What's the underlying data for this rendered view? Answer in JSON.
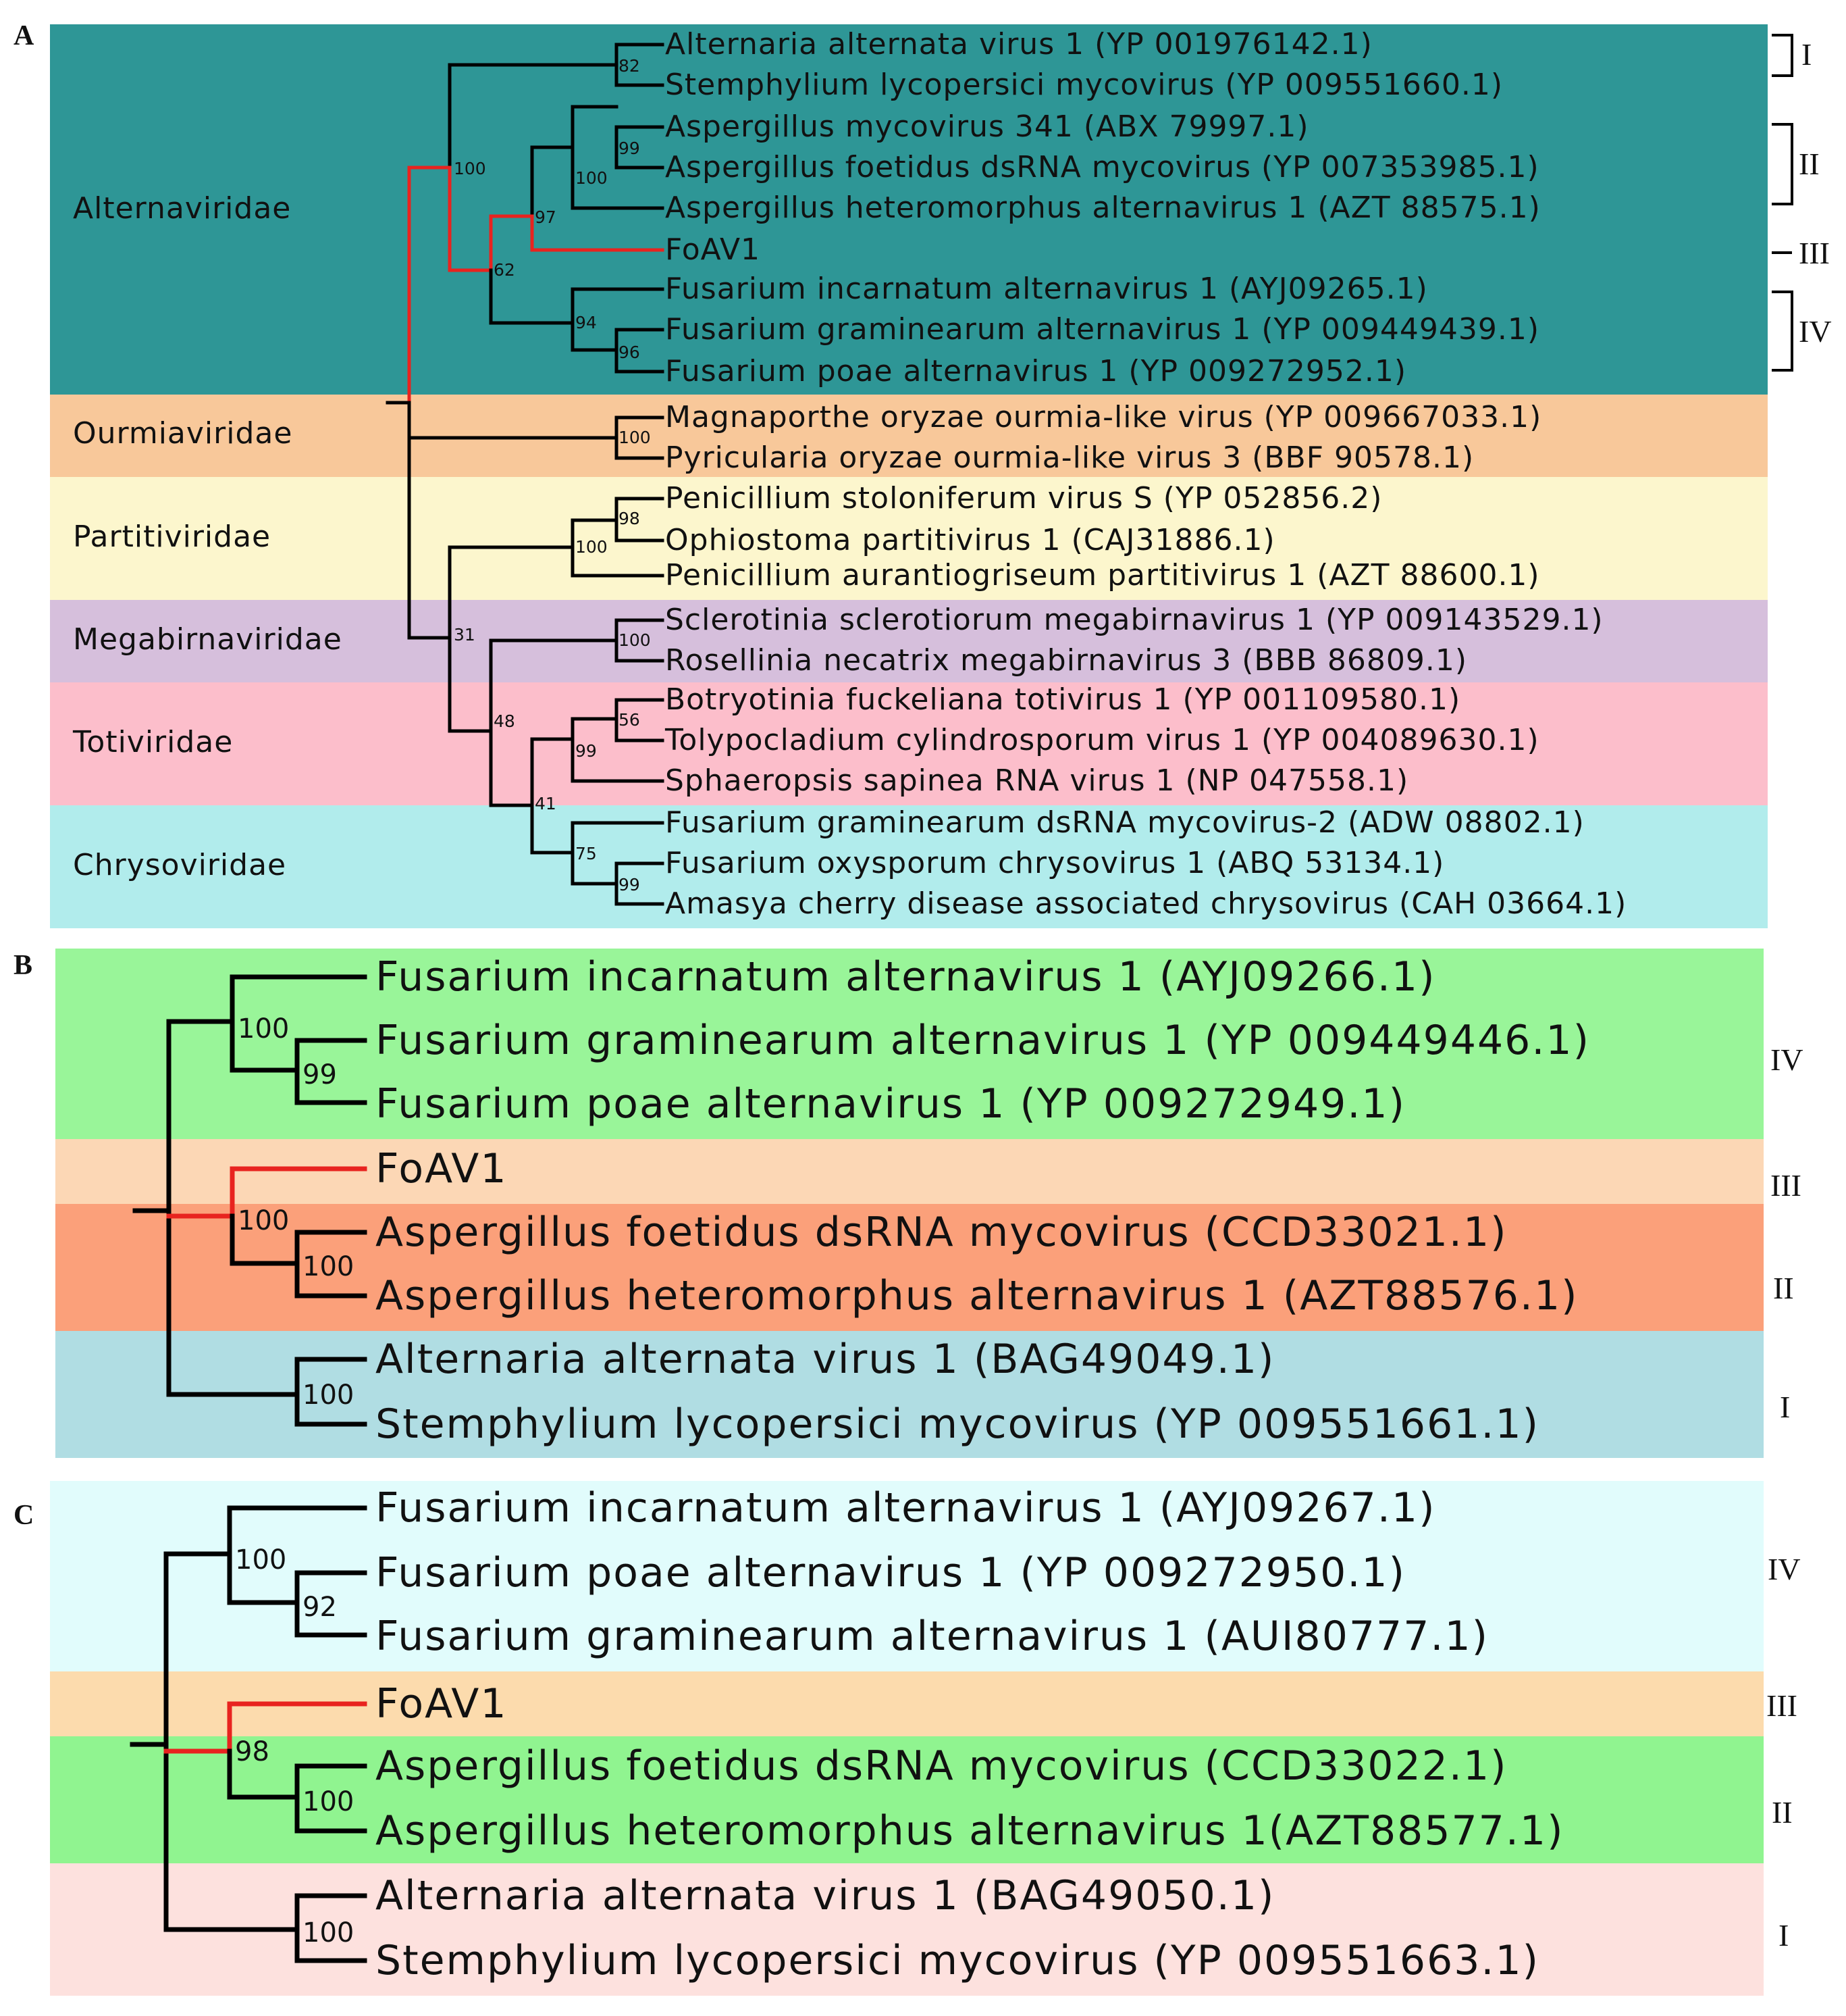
{
  "panels": {
    "A": {
      "label": "A",
      "families": [
        {
          "name": "Alternaviridae",
          "color": "#2e9696"
        },
        {
          "name": "Ourmiaviridae",
          "color": "#f8c89a"
        },
        {
          "name": "Partitiviridae",
          "color": "#fcf6cd"
        },
        {
          "name": "Megabirnaviridae",
          "color": "#d6bfdc"
        },
        {
          "name": "Totiviridae",
          "color": "#fcbecb"
        },
        {
          "name": "Chrysoviridae",
          "color": "#b1ecec"
        }
      ],
      "taxa": [
        "Alternaria alternata virus 1 (YP 001976142.1)",
        "Stemphylium lycopersici mycovirus (YP 009551660.1)",
        "Aspergillus mycovirus 341 (ABX 79997.1)",
        "Aspergillus foetidus dsRNA mycovirus (YP 007353985.1)",
        "Aspergillus heteromorphus alternavirus 1 (AZT 88575.1)",
        "FoAV1",
        "Fusarium incarnatum alternavirus 1 (AYJ09265.1)",
        "Fusarium graminearum alternavirus 1 (YP 009449439.1)",
        "Fusarium poae alternavirus 1 (YP 009272952.1)",
        "Magnaporthe oryzae ourmia-like virus (YP 009667033.1)",
        "Pyricularia oryzae ourmia-like virus 3 (BBF 90578.1)",
        "Penicillium stoloniferum virus S (YP 052856.2)",
        "Ophiostoma partitivirus 1 (CAJ31886.1)",
        "Penicillium aurantiogriseum partitivirus 1 (AZT 88600.1)",
        "Sclerotinia sclerotiorum megabirnavirus 1 (YP 009143529.1)",
        "Rosellinia necatrix megabirnavirus 3 (BBB 86809.1)",
        "Botryotinia fuckeliana totivirus 1 (YP 001109580.1)",
        "Tolypocladium cylindrosporum virus 1 (YP 004089630.1)",
        "Sphaeropsis sapinea RNA virus 1 (NP 047558.1)",
        "Fusarium graminearum dsRNA mycovirus-2 (ADW 08802.1)",
        "Fusarium oxysporum chrysovirus 1 (ABQ 53134.1)",
        "Amasya cherry disease associated chrysovirus (CAH 03664.1)"
      ],
      "bootstraps": [
        "82",
        "99",
        "100",
        "97",
        "100",
        "62",
        "94",
        "96",
        "100",
        "98",
        "100",
        "100",
        "31",
        "56",
        "99",
        "48",
        "41",
        "75",
        "99"
      ],
      "clades": [
        "I",
        "II",
        "III",
        "IV"
      ]
    },
    "B": {
      "label": "B",
      "band_colors": [
        "#99f599",
        "#fcd7b5",
        "#fba07a",
        "#b0dde3"
      ],
      "taxa": [
        "Fusarium incarnatum alternavirus 1 (AYJ09266.1)",
        "Fusarium graminearum alternavirus 1 (YP 009449446.1)",
        "Fusarium poae alternavirus 1 (YP 009272949.1)",
        "FoAV1",
        "Aspergillus foetidus dsRNA mycovirus (CCD33021.1)",
        "Aspergillus heteromorphus alternavirus 1 (AZT88576.1)",
        "Alternaria alternata virus 1 (BAG49049.1)",
        "Stemphylium lycopersici mycovirus (YP 009551661.1)"
      ],
      "bootstraps": [
        "100",
        "99",
        "100",
        "100",
        "100"
      ],
      "clades": [
        "IV",
        "III",
        "II",
        "I"
      ]
    },
    "C": {
      "label": "C",
      "band_colors": [
        "#e1fcfc",
        "#fcdbad",
        "#90f490",
        "#fde1de"
      ],
      "taxa": [
        "Fusarium incarnatum alternavirus 1 (AYJ09267.1)",
        "Fusarium poae alternavirus 1 (YP 009272950.1)",
        "Fusarium graminearum alternavirus 1 (AUI80777.1)",
        "FoAV1",
        "Aspergillus foetidus dsRNA mycovirus (CCD33022.1)",
        "Aspergillus heteromorphus alternavirus 1(AZT88577.1)",
        "Alternaria alternata virus 1 (BAG49050.1)",
        "Stemphylium lycopersici mycovirus (YP 009551663.1)"
      ],
      "bootstraps": [
        "100",
        "92",
        "98",
        "100",
        "100"
      ],
      "clades": [
        "IV",
        "III",
        "II",
        "I"
      ]
    }
  },
  "highlight_color": "#e8231f"
}
